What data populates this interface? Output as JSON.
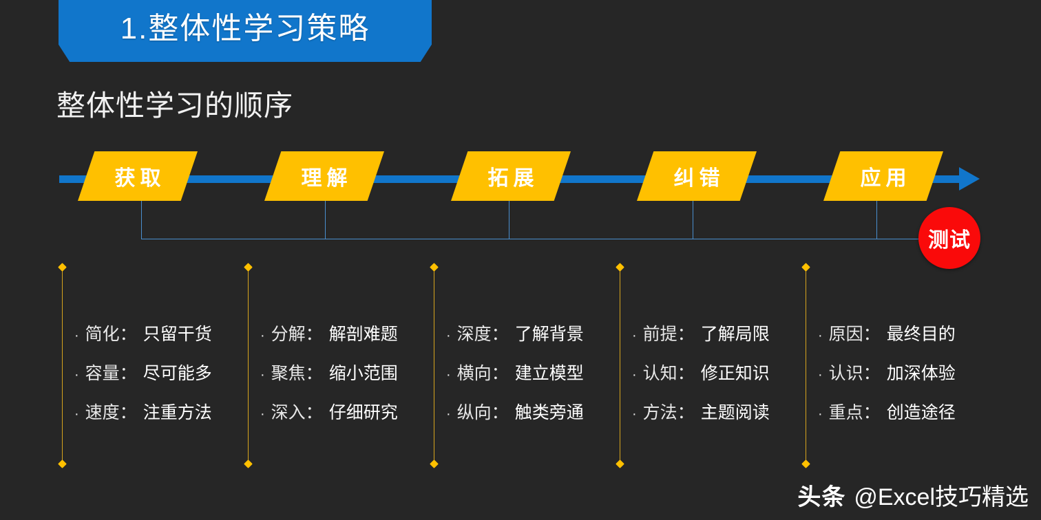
{
  "slide": {
    "background_color": "#262626",
    "banner": {
      "title": "1.整体性学习策略",
      "color": "#1176cb"
    },
    "subtitle": "整体性学习的顺序",
    "accent_colors": {
      "blue": "#1176cb",
      "yellow": "#ffc000",
      "red": "#fa0a0a",
      "line_blue": "#4a8fd0",
      "line_yellow": "#d8a51d"
    }
  },
  "process": {
    "steps": [
      {
        "label": "获取"
      },
      {
        "label": "理解"
      },
      {
        "label": "拓展"
      },
      {
        "label": "纠错"
      },
      {
        "label": "应用"
      }
    ],
    "badge": {
      "label": "测试",
      "color": "#fa0a0a"
    }
  },
  "columns": [
    {
      "step": "获取",
      "items": [
        {
          "key": "简化：",
          "value": "只留干货"
        },
        {
          "key": "容量：",
          "value": "尽可能多"
        },
        {
          "key": "速度：",
          "value": "注重方法"
        }
      ]
    },
    {
      "step": "理解",
      "items": [
        {
          "key": "分解：",
          "value": "解剖难题"
        },
        {
          "key": "聚焦：",
          "value": "缩小范围"
        },
        {
          "key": "深入：",
          "value": "仔细研究"
        }
      ]
    },
    {
      "step": "拓展",
      "items": [
        {
          "key": "深度：",
          "value": "了解背景"
        },
        {
          "key": "横向：",
          "value": "建立模型"
        },
        {
          "key": "纵向：",
          "value": "触类旁通"
        }
      ]
    },
    {
      "step": "纠错",
      "items": [
        {
          "key": "前提：",
          "value": "了解局限"
        },
        {
          "key": "认知：",
          "value": "修正知识"
        },
        {
          "key": "方法：",
          "value": "主题阅读"
        }
      ]
    },
    {
      "step": "应用",
      "items": [
        {
          "key": "原因：",
          "value": "最终目的"
        },
        {
          "key": "认识：",
          "value": "加深体验"
        },
        {
          "key": "重点：",
          "value": "创造途径"
        }
      ]
    }
  ],
  "watermark": {
    "brand": "头条",
    "handle": "@Excel技巧精选"
  },
  "bullet_glyph": "·"
}
